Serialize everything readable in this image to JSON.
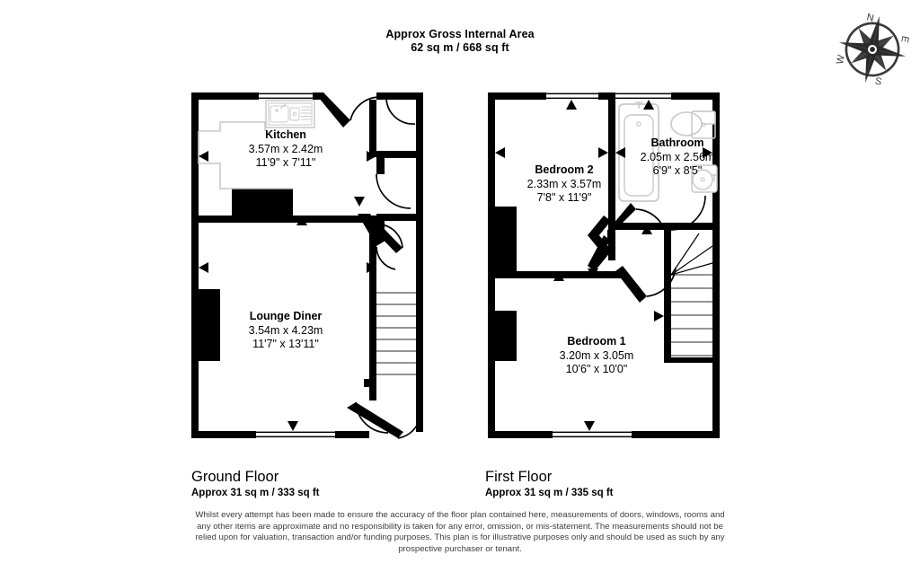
{
  "header": {
    "line1": "Approx Gross Internal Area",
    "line2": "62 sq m / 668 sq ft"
  },
  "compass": {
    "name": "compass-rose",
    "north": "N",
    "east": "E",
    "south": "S",
    "west": "W"
  },
  "colors": {
    "wall": "#000000",
    "background": "#ffffff",
    "fixture_outline": "#c9c9c9",
    "text": "#000000",
    "disclaimer_text": "#3d3d3d"
  },
  "floors": [
    {
      "id": "ground",
      "name": "Ground Floor",
      "area": "Approx 31 sq m / 333 sq ft",
      "rooms": [
        {
          "name": "Kitchen",
          "metric": "3.57m x 2.42m",
          "imperial": "11'9\" x 7'11\""
        },
        {
          "name": "Lounge Diner",
          "metric": "3.54m x 4.23m",
          "imperial": "11'7\" x 13'11\""
        }
      ],
      "fixtures": [
        "kitchen-sink",
        "stairs-up",
        "chimney-breast"
      ]
    },
    {
      "id": "first",
      "name": "First Floor",
      "area": "Approx 31 sq m / 335 sq ft",
      "rooms": [
        {
          "name": "Bedroom 2",
          "metric": "2.33m x 3.57m",
          "imperial": "7'8\" x 11'9\""
        },
        {
          "name": "Bathroom",
          "metric": "2.05m x 2.56m",
          "imperial": "6'9\" x 8'5\""
        },
        {
          "name": "Bedroom 1",
          "metric": "3.20m x 3.05m",
          "imperial": "10'6\" x 10'0\""
        }
      ],
      "fixtures": [
        "bathtub",
        "toilet",
        "wash-basin",
        "stairs-down",
        "chimney-breast"
      ]
    }
  ],
  "disclaimer": {
    "line1": "Whilst every attempt has been made to ensure the accuracy of the floor plan contained here, measurements of doors, windows, rooms and",
    "line2": "any other items are approximate and no responsibility is taken for any error, omission, or mis-statement. The measurements should not be",
    "line3": "relied upon for valuation, transaction and/or funding purposes. This plan is for illustrative purposes only and should be used as such by any",
    "line4": "prospective purchaser or tenant."
  }
}
